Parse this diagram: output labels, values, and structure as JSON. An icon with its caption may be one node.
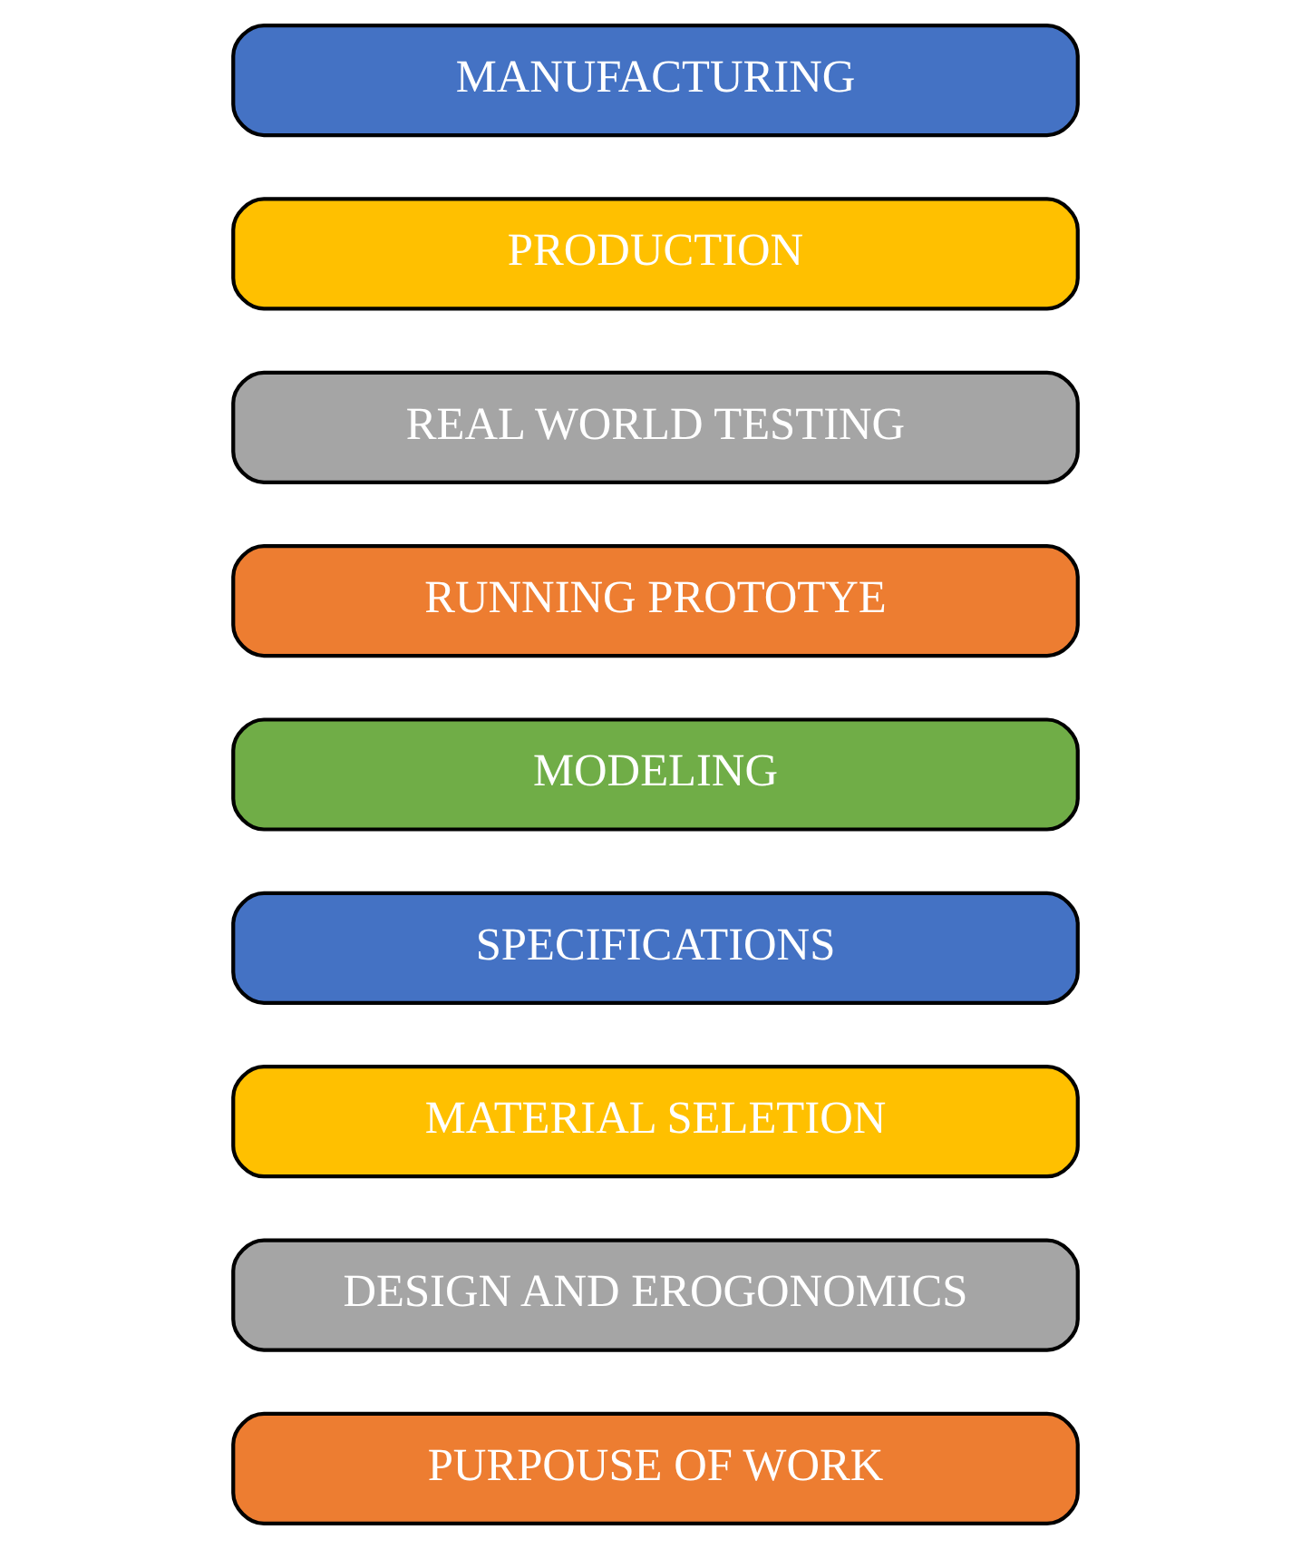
{
  "diagram": {
    "nodes": [
      {
        "text": [
          "PURPOUSE OF WORK"
        ]
      },
      {
        "text": [
          "DESIGN AND EROGONOMICS"
        ]
      },
      {
        "text": [
          "MATERIAL SELETION"
        ]
      },
      {
        "text": [
          "SPECIFICATIONS"
        ]
      },
      {
        "text": [
          "MODELING"
        ]
      },
      {
        "text": [
          "RUNNING PROTOTYE"
        ]
      },
      {
        "text": [
          "REAL WORLD TESTING"
        ]
      },
      {
        "text": [
          "PRODUCTION"
        ]
      },
      {
        "text": [
          "MANUFACTURING"
        ]
      }
    ]
  }
}
